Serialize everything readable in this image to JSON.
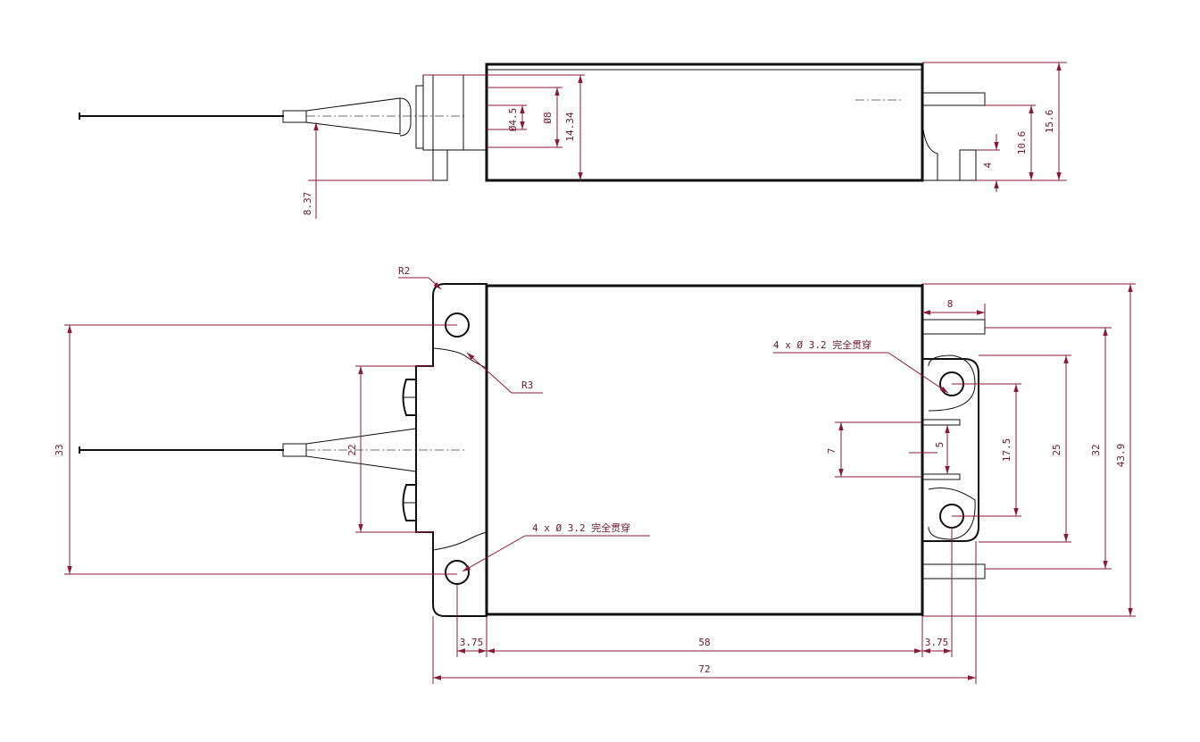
{
  "diagram": {
    "top_view": {
      "dimensions": {
        "d_4_5": "Ø4.5",
        "d_8": "Ø8",
        "h_14_34": "14.34",
        "h_8_37": "8.37",
        "h_15_6": "15.6",
        "h_10_6": "10.6",
        "h_4": "4"
      }
    },
    "front_view": {
      "radius_labels": {
        "r2": "R2",
        "r3": "R3"
      },
      "hole_callout_right": "4 x Ø 3.2 完全贯穿",
      "hole_callout_left": "4 x Ø 3.2 完全贯穿",
      "dimensions": {
        "w_8": "8",
        "h_33": "33",
        "h_22": "22",
        "h_7": "7",
        "h_5": "5",
        "h_17_5": "17.5",
        "h_25": "25",
        "h_32": "32",
        "h_43_9": "43.9",
        "w_3_75_left": "3.75",
        "w_58": "58",
        "w_3_75_right": "3.75",
        "w_72": "72"
      }
    }
  }
}
